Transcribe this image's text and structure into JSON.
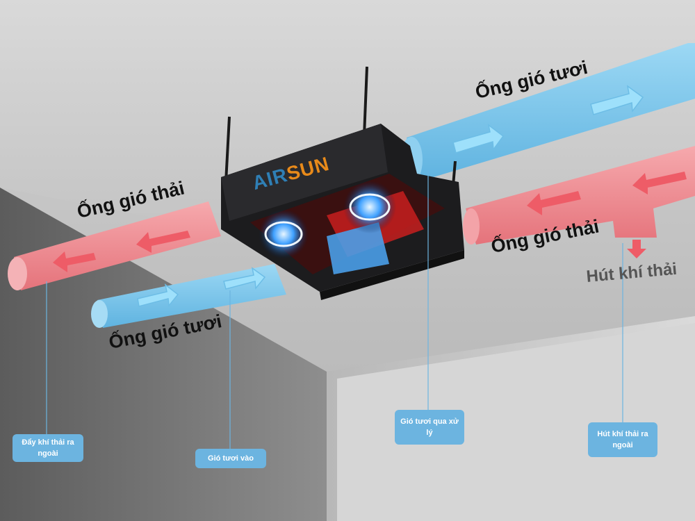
{
  "brand": {
    "part1": "AIR",
    "part2": "SUN"
  },
  "labels": {
    "fresh_duct_top": "Ống gió tươi",
    "exhaust_duct_left": "Ống gió thải",
    "exhaust_duct_right": "Ống gió thải",
    "fresh_duct_bottom": "Ống gió tươi",
    "exhaust_intake": "Hút khí thải"
  },
  "callouts": {
    "push_exhaust_out": "Đẩy khí thải ra ngoài",
    "fresh_air_in": "Gió tươi vào",
    "processed_fresh_air": "Gió tươi qua xử lý",
    "suck_exhaust_out": "Hút khí thải ra ngoài"
  },
  "colors": {
    "fresh": "#7ec8ec",
    "exhaust": "#f08c92",
    "callout": "#6cb4e0",
    "unit": "#1c1c1e"
  }
}
